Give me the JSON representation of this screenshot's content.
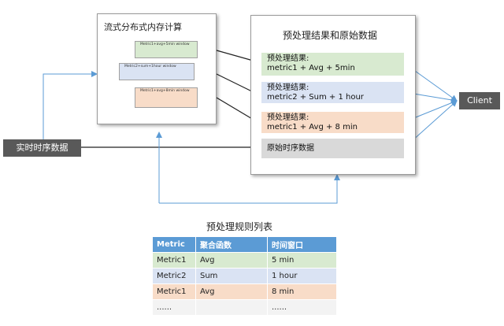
{
  "compute_panel": {
    "title": "流式分布式内存计算",
    "windows": [
      {
        "label": "Metric1+avg+5min  window",
        "color": "#d8ead0"
      },
      {
        "label": "Metric2+sum+1hour window",
        "color": "#dae3f3"
      },
      {
        "label": "Metric1+avg+8min  window",
        "color": "#f8dcc8"
      }
    ]
  },
  "result_panel": {
    "title": "预处理结果和原始数据",
    "results": [
      {
        "line1": "预处理结果:",
        "line2": "metric1 + Avg + 5min",
        "color": "#d8ead0"
      },
      {
        "line1": "预处理结果:",
        "line2": "metric2 + Sum + 1 hour",
        "color": "#dae3f3"
      },
      {
        "line1": "预处理结果:",
        "line2": "metric1 + Avg + 8 min",
        "color": "#f8dcc8"
      }
    ],
    "raw_label": "原始时序数据",
    "raw_color": "#d9d9d9"
  },
  "input_label": "实时时序数据",
  "client_label": "Client",
  "rules": {
    "title": "预处理规则列表",
    "headers": [
      "Metric",
      "聚合函数",
      "时间窗口"
    ],
    "rows": [
      [
        "Metric1",
        "Avg",
        "5 min"
      ],
      [
        "Metric2",
        "Sum",
        "1 hour"
      ],
      [
        "Metric1",
        "Avg",
        "8 min"
      ],
      [
        "......",
        "",
        "......"
      ]
    ]
  },
  "colors": {
    "accent_blue": "#5b9bd5",
    "dark_label": "#595959",
    "arrow_black": "#222222"
  }
}
